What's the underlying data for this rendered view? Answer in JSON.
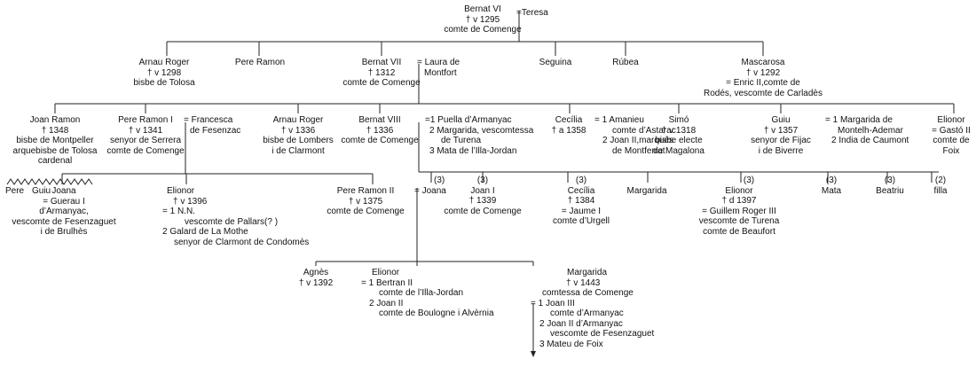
{
  "gen1": {
    "bernat_vi": {
      "name": "Bernat VI",
      "l1": "† v 1295",
      "l2": "comte de Comenge"
    },
    "teresa": "=Teresa"
  },
  "gen2": {
    "arnau_roger": {
      "name": "Arnau Roger",
      "l1": "† v 1298",
      "l2": "bisbe de Tolosa"
    },
    "pere_ramon": {
      "name": "Pere Ramon"
    },
    "bernat_vii": {
      "name": "Bernat VII",
      "l1": "† 1312",
      "l2": "comte de Comenge"
    },
    "laura": {
      "l1": "= Laura de",
      "l2": "Montfort"
    },
    "seguina": {
      "name": "Seguina"
    },
    "rubea": {
      "name": "Rúbea"
    },
    "mascarosa": {
      "name": "Mascarosa",
      "l1": "† v 1292",
      "l2": "= Enric II,comte de",
      "l3": "Rodés, vescomte de Carladès"
    }
  },
  "gen3": {
    "joan_ramon": {
      "name": "Joan Ramon",
      "l1": "† 1348",
      "l2": "bisbe de Montpeller",
      "l3": "arquebisbe de Tolosa",
      "l4": "cardenal"
    },
    "pere_ramon_i": {
      "name": "Pere Ramon I",
      "l1": "† v 1341",
      "l2": "senyor de Serrera",
      "l3": "comte de Comenge"
    },
    "francesca": {
      "l1": "= Francesca",
      "l2": "de Fesenzac"
    },
    "arnau_roger2": {
      "name": "Arnau Roger",
      "l1": "† v 1336",
      "l2": "bisbe de Lombers",
      "l3": "i de Clarmont"
    },
    "bernat_viii": {
      "name": "Bernat VIII",
      "l1": "† 1336",
      "l2": "comte de Comenge"
    },
    "bernat_viii_wives": {
      "l1": "=1 Puella d’Armanyac",
      "l2": "2 Margarida, vescomtessa",
      "l3": "de Turena",
      "l4": "3 Mata de l’Illa-Jordan"
    },
    "cecilia": {
      "name": "Cecília",
      "l1": "† a 1358"
    },
    "cecilia_husbands": {
      "l1": "= 1 Amanieu",
      "l2": "comte d’Astarac",
      "l3": "2 Joan II,marquès",
      "l4": "de Montferrat"
    },
    "simo": {
      "name": "Simó",
      "l1": "† v 1318",
      "l2": "bisbe electe",
      "l3": "de Magalona"
    },
    "guiu": {
      "name": "Guiu",
      "l1": "† v 1357",
      "l2": "senyor de Fijac",
      "l3": "i de Biverre"
    },
    "guiu_wives": {
      "l1": "= 1 Margarida de",
      "l2": "Montelh-Ademar",
      "l3": "2 India de Caumont"
    },
    "elionor": {
      "name": "Elionor",
      "l1": "= Gastó II",
      "l2": "comte de",
      "l3": "Foix"
    }
  },
  "gen4": {
    "pere": "Pere",
    "guiu": "Guiu",
    "joana": {
      "name": "Joana",
      "l1": "= Guerau I",
      "l2": "d’Armanyac,",
      "l3": "vescomte de Fesenzaguet",
      "l4": "i de Brulhès"
    },
    "elionor": {
      "name": "Elionor",
      "l1": "† v 1396",
      "l2": "= 1 N.N.",
      "l3": "vescomte de Pallars(? )",
      "l4": "2 Galard de La Mothe",
      "l5": "senyor de Clarmont de Condomès"
    },
    "pere_ramon_ii": {
      "name": "Pere Ramon II",
      "l1": "† v 1375",
      "l2": "comte de Comenge"
    },
    "joana_spouse": "= Joana",
    "m3a": "(3)",
    "joan_i": {
      "mark": "(3)",
      "name": "Joan I",
      "l1": "† 1339",
      "l2": "comte de Comenge"
    },
    "cecilia": {
      "mark": "(3)",
      "name": "Cecília",
      "l1": "† 1384",
      "l2": "= Jaume I",
      "l3": "comte d’Urgell"
    },
    "margarida": {
      "name": "Margarida"
    },
    "elionor2": {
      "mark": "(3)",
      "name": "Elionor",
      "l1": "† d 1397",
      "l2": "= Guillem Roger III",
      "l3": "vescomte de Turena",
      "l4": "comte de Beaufort"
    },
    "mata": {
      "mark": "(3)",
      "name": "Mata"
    },
    "beatriu": {
      "mark": "(3)",
      "name": "Beatriu"
    },
    "filla": {
      "mark": "(2)",
      "name": "filla"
    }
  },
  "gen5": {
    "agnes": {
      "name": "Agnès",
      "l1": "† v 1392"
    },
    "elionor": {
      "name": "Elionor",
      "l1": "= 1 Bertran II",
      "l2": "comte de l’Illa-Jordan",
      "l3": "2 Joan II",
      "l4": "comte de Boulogne i Alvèrnia"
    },
    "margarida": {
      "name": "Margarida",
      "l1": "† v 1443",
      "l2": "comtessa de Comenge",
      "l3": "= 1 Joan III",
      "l4": "comte d’Armanyac",
      "l5": "2 Joan II d’Armanyac",
      "l6": "vescomte de Fesenzaguet",
      "l7": "3 Mateu de Foix"
    }
  }
}
